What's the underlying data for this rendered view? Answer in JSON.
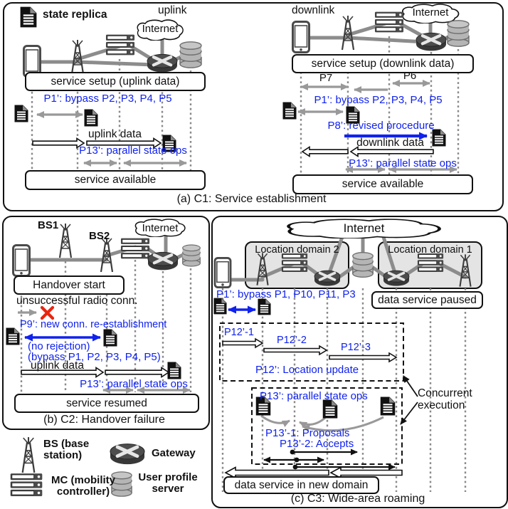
{
  "colors": {
    "accent_blue": "#1022ee",
    "arrow_gray": "#999999",
    "cross_red": "#e8250f",
    "topology_gray": "#8c8c8c",
    "domain_fill": "#e4e4e4"
  },
  "shared": {
    "internet": "Internet",
    "p1_bypass": "P1’: bypass P2, P3, P4, P5",
    "p13": "P13’: parallel state ops",
    "service_available": "service available",
    "uplink_data": "uplink data"
  },
  "panel_a": {
    "caption": "(a) C1: Service establishment",
    "state_replica": "state replica",
    "uplink_title": "uplink",
    "downlink_title": "downlink",
    "setup_uplink": "service setup (uplink data)",
    "setup_downlink": "service setup (downlink data)",
    "p7": "P7",
    "p6": "P6",
    "p8": "P8’: revised procedure",
    "downlink_data": "downlink data"
  },
  "panel_b": {
    "caption": "(b) C2: Handover failure",
    "bs1": "BS1",
    "bs2": "BS2",
    "handover_start": "Handover start",
    "unsuccessful": "unsuccessful radio conn.",
    "p9": "P9’: new conn. re-establishment",
    "no_rejection": "(no rejection)",
    "bypass": "(bypass P1, P2, P3, P4, P5)",
    "service_resumed": "service resumed"
  },
  "panel_c": {
    "caption": "(c) C3: Wide-area roaming",
    "domain2": "Location domain 2",
    "domain1": "Location domain 1",
    "p1": "P1’: bypass P1, P10, P11, P3",
    "paused": "data service paused",
    "p12_1": "P12’-1",
    "p12_2": "P12’-2",
    "p12_3": "P12’-3",
    "p12": "P12’: Location update",
    "p13_1": "P13’-1: Proposals",
    "p13_2": "P13’-2: Accepts",
    "concurrent": "Concurrent execution",
    "new_domain": "data service in new domain"
  },
  "legend": {
    "bs": "BS (base station)",
    "gateway": "Gateway",
    "mc": "MC (mobility controller)",
    "ups": "User profile server"
  }
}
